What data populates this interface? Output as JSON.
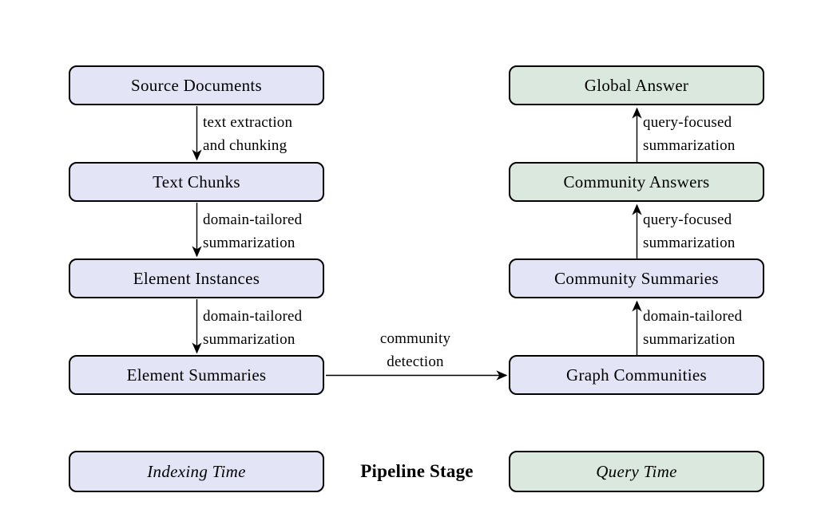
{
  "palette": {
    "indexing_fill": "#E4E4F7",
    "query_fill": "#DAE8DE",
    "border": "#000000",
    "background": "#FFFFFF",
    "text": "#000000"
  },
  "diagram": {
    "nodes": [
      {
        "id": "source-documents",
        "label": "Source Documents",
        "stage": "indexing"
      },
      {
        "id": "text-chunks",
        "label": "Text Chunks",
        "stage": "indexing"
      },
      {
        "id": "element-instances",
        "label": "Element Instances",
        "stage": "indexing"
      },
      {
        "id": "element-summaries",
        "label": "Element Summaries",
        "stage": "indexing"
      },
      {
        "id": "global-answer",
        "label": "Global Answer",
        "stage": "query"
      },
      {
        "id": "community-answers",
        "label": "Community Answers",
        "stage": "query"
      },
      {
        "id": "community-summaries",
        "label": "Community Summaries",
        "stage": "indexing"
      },
      {
        "id": "graph-communities",
        "label": "Graph Communities",
        "stage": "indexing"
      }
    ],
    "edges": [
      {
        "from": "Source Documents",
        "to": "Text Chunks",
        "direction": "down",
        "label": "text extraction\nand chunking"
      },
      {
        "from": "Text Chunks",
        "to": "Element Instances",
        "direction": "down",
        "label": "domain-tailored\nsummarization"
      },
      {
        "from": "Element Instances",
        "to": "Element Summaries",
        "direction": "down",
        "label": "domain-tailored\nsummarization"
      },
      {
        "from": "Element Summaries",
        "to": "Graph Communities",
        "direction": "right",
        "label": "community\ndetection"
      },
      {
        "from": "Graph Communities",
        "to": "Community Summaries",
        "direction": "up",
        "label": "domain-tailored\nsummarization"
      },
      {
        "from": "Community Summaries",
        "to": "Community Answers",
        "direction": "up",
        "label": "query-focused\nsummarization"
      },
      {
        "from": "Community Answers",
        "to": "Global Answer",
        "direction": "up",
        "label": "query-focused\nsummarization"
      }
    ]
  },
  "legend": {
    "indexing_label": "Indexing Time",
    "stage_label": "Pipeline Stage",
    "query_label": "Query Time"
  }
}
